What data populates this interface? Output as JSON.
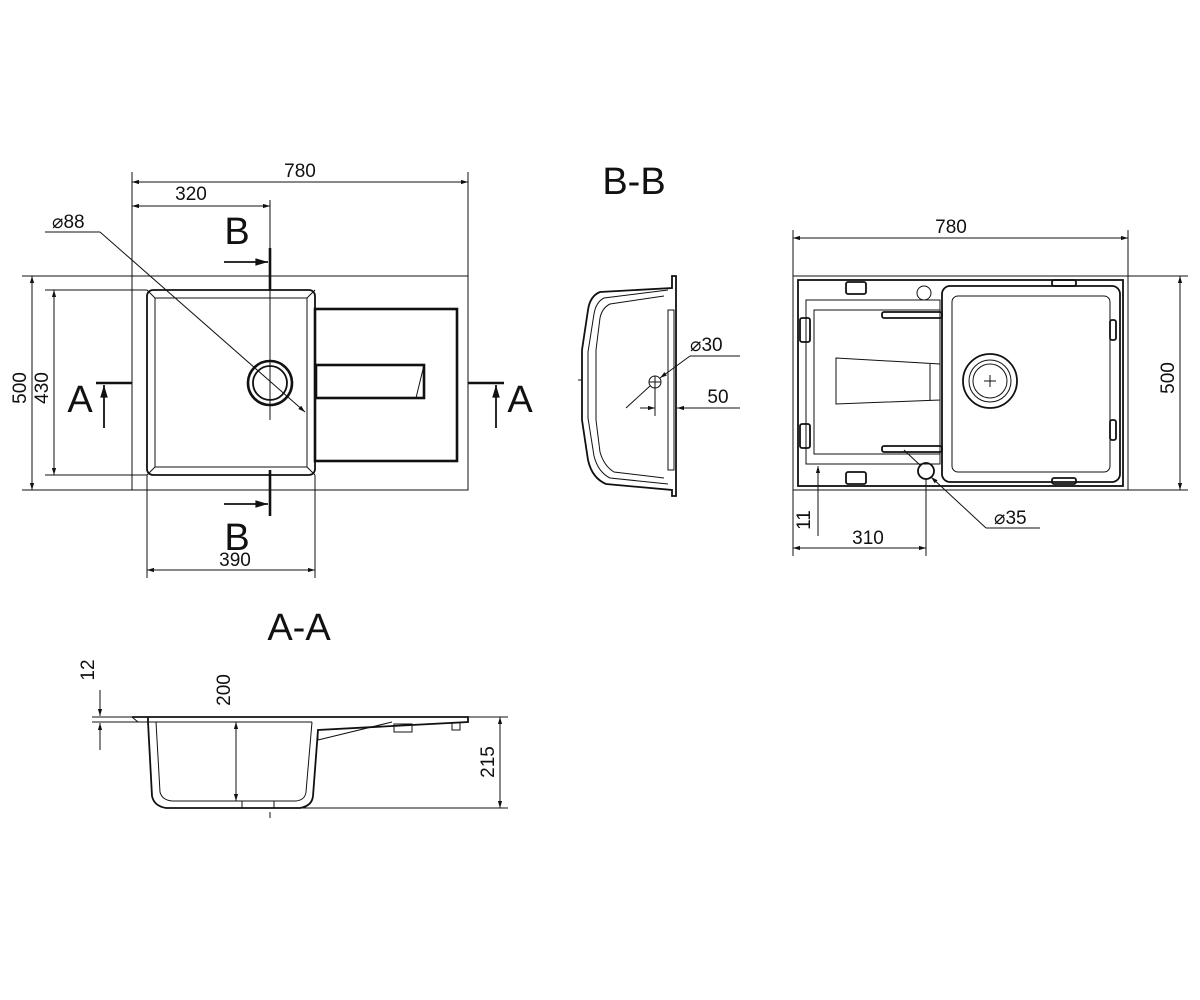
{
  "top_view": {
    "dim_width": "780",
    "dim_bowl_center": "320",
    "dim_drain": "⌀88",
    "dim_height": "500",
    "dim_bowl_height": "430",
    "dim_bowl_width": "390",
    "cut_b_top": "B",
    "cut_b_bottom": "B",
    "cut_a_left": "A",
    "cut_a_right": "A"
  },
  "section_bb": {
    "title": "B-B",
    "dim_overflow": "⌀30",
    "dim_offset": "50"
  },
  "bottom_view": {
    "dim_width": "780",
    "dim_height": "500",
    "dim_edge": "11",
    "dim_hole_pos": "310",
    "dim_tap_hole": "⌀35"
  },
  "section_aa": {
    "title": "A-A",
    "dim_rim": "12",
    "dim_depth": "200",
    "dim_total": "215"
  },
  "colors": {
    "line": "#111111",
    "background": "#ffffff"
  }
}
